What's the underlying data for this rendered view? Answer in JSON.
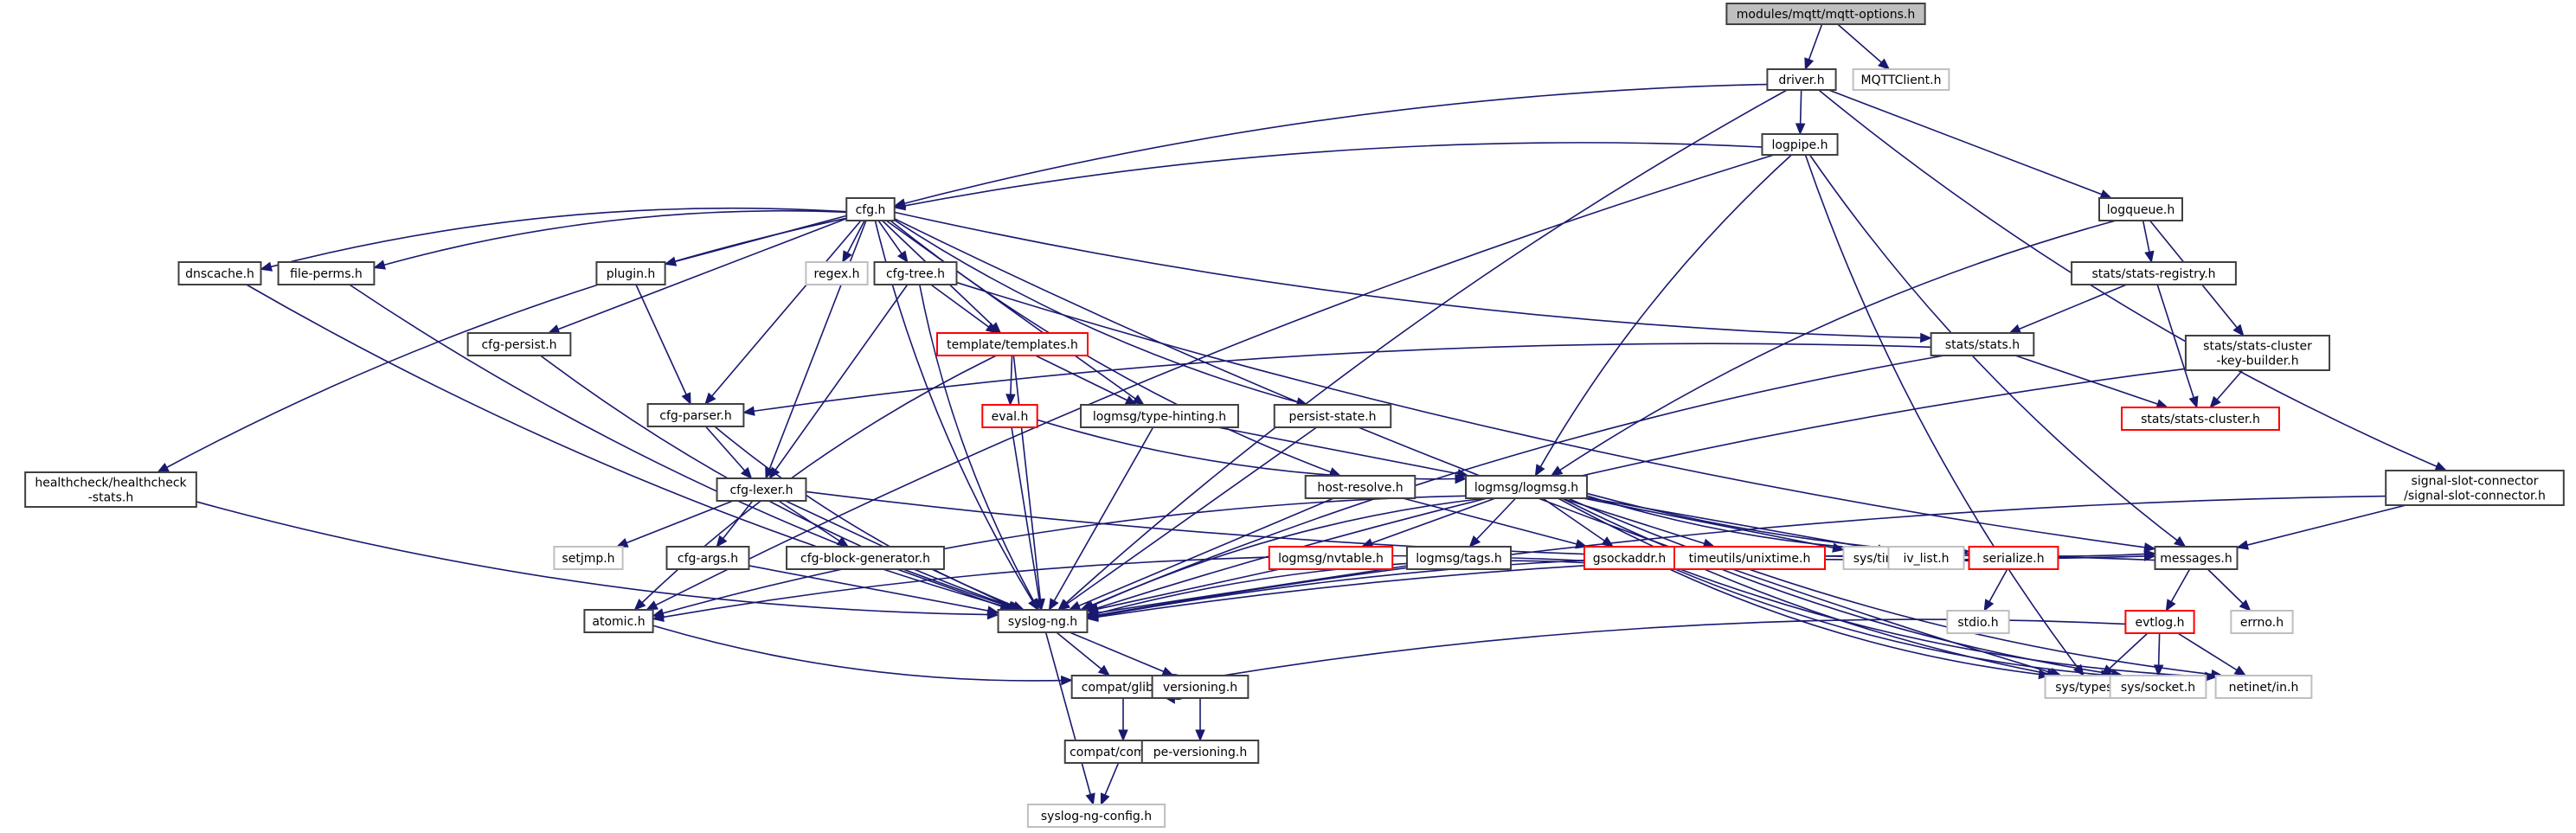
{
  "title": "modules/mqtt/mqtt-options.h",
  "colors": {
    "root_fill": "#bfbfbf",
    "node_border": "#404040",
    "external_border": "#bfbfbf",
    "truncated_border": "#ff0000",
    "edge": "#191970"
  },
  "nodes": [
    {
      "id": "root",
      "label": [
        "modules/mqtt/mqtt-options.h"
      ],
      "kind": "root"
    },
    {
      "id": "driver",
      "label": [
        "driver.h"
      ],
      "kind": "normal"
    },
    {
      "id": "mqttclient",
      "label": [
        "MQTTClient.h"
      ],
      "kind": "external"
    },
    {
      "id": "logpipe",
      "label": [
        "logpipe.h"
      ],
      "kind": "normal"
    },
    {
      "id": "cfg",
      "label": [
        "cfg.h"
      ],
      "kind": "normal"
    },
    {
      "id": "logqueue",
      "label": [
        "logqueue.h"
      ],
      "kind": "normal"
    },
    {
      "id": "dnscache",
      "label": [
        "dnscache.h"
      ],
      "kind": "normal"
    },
    {
      "id": "fileperms",
      "label": [
        "file-perms.h"
      ],
      "kind": "normal"
    },
    {
      "id": "plugin",
      "label": [
        "plugin.h"
      ],
      "kind": "normal"
    },
    {
      "id": "regex",
      "label": [
        "regex.h"
      ],
      "kind": "external"
    },
    {
      "id": "cfgtree",
      "label": [
        "cfg-tree.h"
      ],
      "kind": "normal"
    },
    {
      "id": "statsregistry",
      "label": [
        "stats/stats-registry.h"
      ],
      "kind": "normal"
    },
    {
      "id": "cfgpersist",
      "label": [
        "cfg-persist.h"
      ],
      "kind": "normal"
    },
    {
      "id": "templates",
      "label": [
        "template/templates.h"
      ],
      "kind": "truncated"
    },
    {
      "id": "stats",
      "label": [
        "stats/stats.h"
      ],
      "kind": "normal"
    },
    {
      "id": "keybuilder",
      "label": [
        "stats/stats-cluster",
        "-key-builder.h"
      ],
      "kind": "normal"
    },
    {
      "id": "cfgparser",
      "label": [
        "cfg-parser.h"
      ],
      "kind": "normal"
    },
    {
      "id": "eval",
      "label": [
        "eval.h"
      ],
      "kind": "truncated"
    },
    {
      "id": "typehinting",
      "label": [
        "logmsg/type-hinting.h"
      ],
      "kind": "normal"
    },
    {
      "id": "persiststate",
      "label": [
        "persist-state.h"
      ],
      "kind": "normal"
    },
    {
      "id": "statscluster",
      "label": [
        "stats/stats-cluster.h"
      ],
      "kind": "truncated"
    },
    {
      "id": "healthcheck",
      "label": [
        "healthcheck/healthcheck",
        "-stats.h"
      ],
      "kind": "normal"
    },
    {
      "id": "cfglexer",
      "label": [
        "cfg-lexer.h"
      ],
      "kind": "normal"
    },
    {
      "id": "hostresolve",
      "label": [
        "host-resolve.h"
      ],
      "kind": "normal"
    },
    {
      "id": "logmsg",
      "label": [
        "logmsg/logmsg.h"
      ],
      "kind": "normal"
    },
    {
      "id": "signalslot",
      "label": [
        "signal-slot-connector",
        "/signal-slot-connector.h"
      ],
      "kind": "normal"
    },
    {
      "id": "setjmp",
      "label": [
        "setjmp.h"
      ],
      "kind": "external"
    },
    {
      "id": "cfgargs",
      "label": [
        "cfg-args.h"
      ],
      "kind": "normal"
    },
    {
      "id": "cfgblockgen",
      "label": [
        "cfg-block-generator.h"
      ],
      "kind": "normal"
    },
    {
      "id": "nvtable",
      "label": [
        "logmsg/nvtable.h"
      ],
      "kind": "truncated"
    },
    {
      "id": "tags",
      "label": [
        "logmsg/tags.h"
      ],
      "kind": "normal"
    },
    {
      "id": "gsockaddr",
      "label": [
        "gsockaddr.h"
      ],
      "kind": "truncated"
    },
    {
      "id": "unixtime",
      "label": [
        "timeutils/unixtime.h"
      ],
      "kind": "truncated"
    },
    {
      "id": "systime",
      "label": [
        "sys/time.h"
      ],
      "kind": "external"
    },
    {
      "id": "ivlist",
      "label": [
        "iv_list.h"
      ],
      "kind": "external"
    },
    {
      "id": "serialize",
      "label": [
        "serialize.h"
      ],
      "kind": "truncated"
    },
    {
      "id": "messages",
      "label": [
        "messages.h"
      ],
      "kind": "normal"
    },
    {
      "id": "atomic",
      "label": [
        "atomic.h"
      ],
      "kind": "normal"
    },
    {
      "id": "syslogng",
      "label": [
        "syslog-ng.h"
      ],
      "kind": "normal"
    },
    {
      "id": "stdio",
      "label": [
        "stdio.h"
      ],
      "kind": "external"
    },
    {
      "id": "evtlog",
      "label": [
        "evtlog.h"
      ],
      "kind": "truncated"
    },
    {
      "id": "errno",
      "label": [
        "errno.h"
      ],
      "kind": "external"
    },
    {
      "id": "glib",
      "label": [
        "compat/glib.h"
      ],
      "kind": "normal"
    },
    {
      "id": "versioning",
      "label": [
        "versioning.h"
      ],
      "kind": "normal"
    },
    {
      "id": "systypes",
      "label": [
        "sys/types.h"
      ],
      "kind": "external"
    },
    {
      "id": "syssocket",
      "label": [
        "sys/socket.h"
      ],
      "kind": "external"
    },
    {
      "id": "netinet",
      "label": [
        "netinet/in.h"
      ],
      "kind": "external"
    },
    {
      "id": "compat",
      "label": [
        "compat/compat.h"
      ],
      "kind": "normal"
    },
    {
      "id": "peversioning",
      "label": [
        "pe-versioning.h"
      ],
      "kind": "normal"
    },
    {
      "id": "syslogngconfig",
      "label": [
        "syslog-ng-config.h"
      ],
      "kind": "external"
    }
  ],
  "edges": [
    [
      "root",
      "driver"
    ],
    [
      "root",
      "mqttclient"
    ],
    [
      "driver",
      "logpipe"
    ],
    [
      "driver",
      "cfg"
    ],
    [
      "driver",
      "logqueue"
    ],
    [
      "driver",
      "syslogng"
    ],
    [
      "driver",
      "signalslot"
    ],
    [
      "logpipe",
      "cfg"
    ],
    [
      "logpipe",
      "logmsg"
    ],
    [
      "logpipe",
      "atomic"
    ],
    [
      "logpipe",
      "messages"
    ],
    [
      "logpipe",
      "systypes"
    ],
    [
      "cfg",
      "dnscache"
    ],
    [
      "cfg",
      "fileperms"
    ],
    [
      "cfg",
      "plugin"
    ],
    [
      "cfg",
      "regex"
    ],
    [
      "cfg",
      "cfgtree"
    ],
    [
      "cfg",
      "cfgpersist"
    ],
    [
      "cfg",
      "templates"
    ],
    [
      "cfg",
      "typehinting"
    ],
    [
      "cfg",
      "persiststate"
    ],
    [
      "cfg",
      "cfgparser"
    ],
    [
      "cfg",
      "cfglexer"
    ],
    [
      "cfg",
      "healthcheck"
    ],
    [
      "cfg",
      "hostresolve"
    ],
    [
      "cfg",
      "stats"
    ],
    [
      "cfg",
      "syslogng"
    ],
    [
      "cfg",
      "systypes"
    ],
    [
      "logqueue",
      "statsregistry"
    ],
    [
      "logqueue",
      "keybuilder"
    ],
    [
      "logqueue",
      "logmsg"
    ],
    [
      "statsregistry",
      "stats"
    ],
    [
      "statsregistry",
      "statscluster"
    ],
    [
      "stats",
      "statscluster"
    ],
    [
      "stats",
      "cfgparser"
    ],
    [
      "stats",
      "syslogng"
    ],
    [
      "keybuilder",
      "statscluster"
    ],
    [
      "keybuilder",
      "syslogng"
    ],
    [
      "dnscache",
      "syslogng"
    ],
    [
      "fileperms",
      "syslogng"
    ],
    [
      "plugin",
      "cfgparser"
    ],
    [
      "cfgtree",
      "templates"
    ],
    [
      "cfgtree",
      "cfglexer"
    ],
    [
      "cfgtree",
      "syslogng"
    ],
    [
      "cfgtree",
      "messages"
    ],
    [
      "cfgpersist",
      "syslogng"
    ],
    [
      "templates",
      "eval"
    ],
    [
      "templates",
      "typehinting"
    ],
    [
      "templates",
      "syslogng"
    ],
    [
      "templates",
      "atomic"
    ],
    [
      "eval",
      "syslogng"
    ],
    [
      "eval",
      "logmsg"
    ],
    [
      "typehinting",
      "syslogng"
    ],
    [
      "typehinting",
      "logmsg"
    ],
    [
      "persiststate",
      "syslogng"
    ],
    [
      "cfgparser",
      "cfglexer"
    ],
    [
      "cfgparser",
      "syslogng"
    ],
    [
      "healthcheck",
      "syslogng"
    ],
    [
      "cfglexer",
      "setjmp"
    ],
    [
      "cfglexer",
      "cfgargs"
    ],
    [
      "cfglexer",
      "cfgblockgen"
    ],
    [
      "cfglexer",
      "syslogng"
    ],
    [
      "cfglexer",
      "messages"
    ],
    [
      "hostresolve",
      "syslogng"
    ],
    [
      "hostresolve",
      "gsockaddr"
    ],
    [
      "logmsg",
      "nvtable"
    ],
    [
      "logmsg",
      "tags"
    ],
    [
      "logmsg",
      "gsockaddr"
    ],
    [
      "logmsg",
      "unixtime"
    ],
    [
      "logmsg",
      "systime"
    ],
    [
      "logmsg",
      "ivlist"
    ],
    [
      "logmsg",
      "serialize"
    ],
    [
      "logmsg",
      "messages"
    ],
    [
      "logmsg",
      "atomic"
    ],
    [
      "logmsg",
      "syslogng"
    ],
    [
      "logmsg",
      "systypes"
    ],
    [
      "logmsg",
      "syssocket"
    ],
    [
      "logmsg",
      "netinet"
    ],
    [
      "signalslot",
      "messages"
    ],
    [
      "signalslot",
      "syslogng"
    ],
    [
      "cfgargs",
      "syslogng"
    ],
    [
      "cfgblockgen",
      "syslogng"
    ],
    [
      "nvtable",
      "syslogng"
    ],
    [
      "tags",
      "syslogng"
    ],
    [
      "gsockaddr",
      "syslogng"
    ],
    [
      "gsockaddr",
      "systypes"
    ],
    [
      "gsockaddr",
      "syssocket"
    ],
    [
      "gsockaddr",
      "netinet"
    ],
    [
      "gsockaddr",
      "atomic"
    ],
    [
      "serialize",
      "syslogng"
    ],
    [
      "serialize",
      "stdio"
    ],
    [
      "messages",
      "evtlog"
    ],
    [
      "messages",
      "errno"
    ],
    [
      "messages",
      "syslogng"
    ],
    [
      "evtlog",
      "systypes"
    ],
    [
      "evtlog",
      "syssocket"
    ],
    [
      "evtlog",
      "netinet"
    ],
    [
      "evtlog",
      "glib"
    ],
    [
      "atomic",
      "glib"
    ],
    [
      "syslogng",
      "glib"
    ],
    [
      "syslogng",
      "versioning"
    ],
    [
      "syslogng",
      "syslogngconfig"
    ],
    [
      "glib",
      "glib"
    ],
    [
      "glib",
      "compat"
    ],
    [
      "compat",
      "syslogngconfig"
    ],
    [
      "versioning",
      "peversioning"
    ]
  ]
}
